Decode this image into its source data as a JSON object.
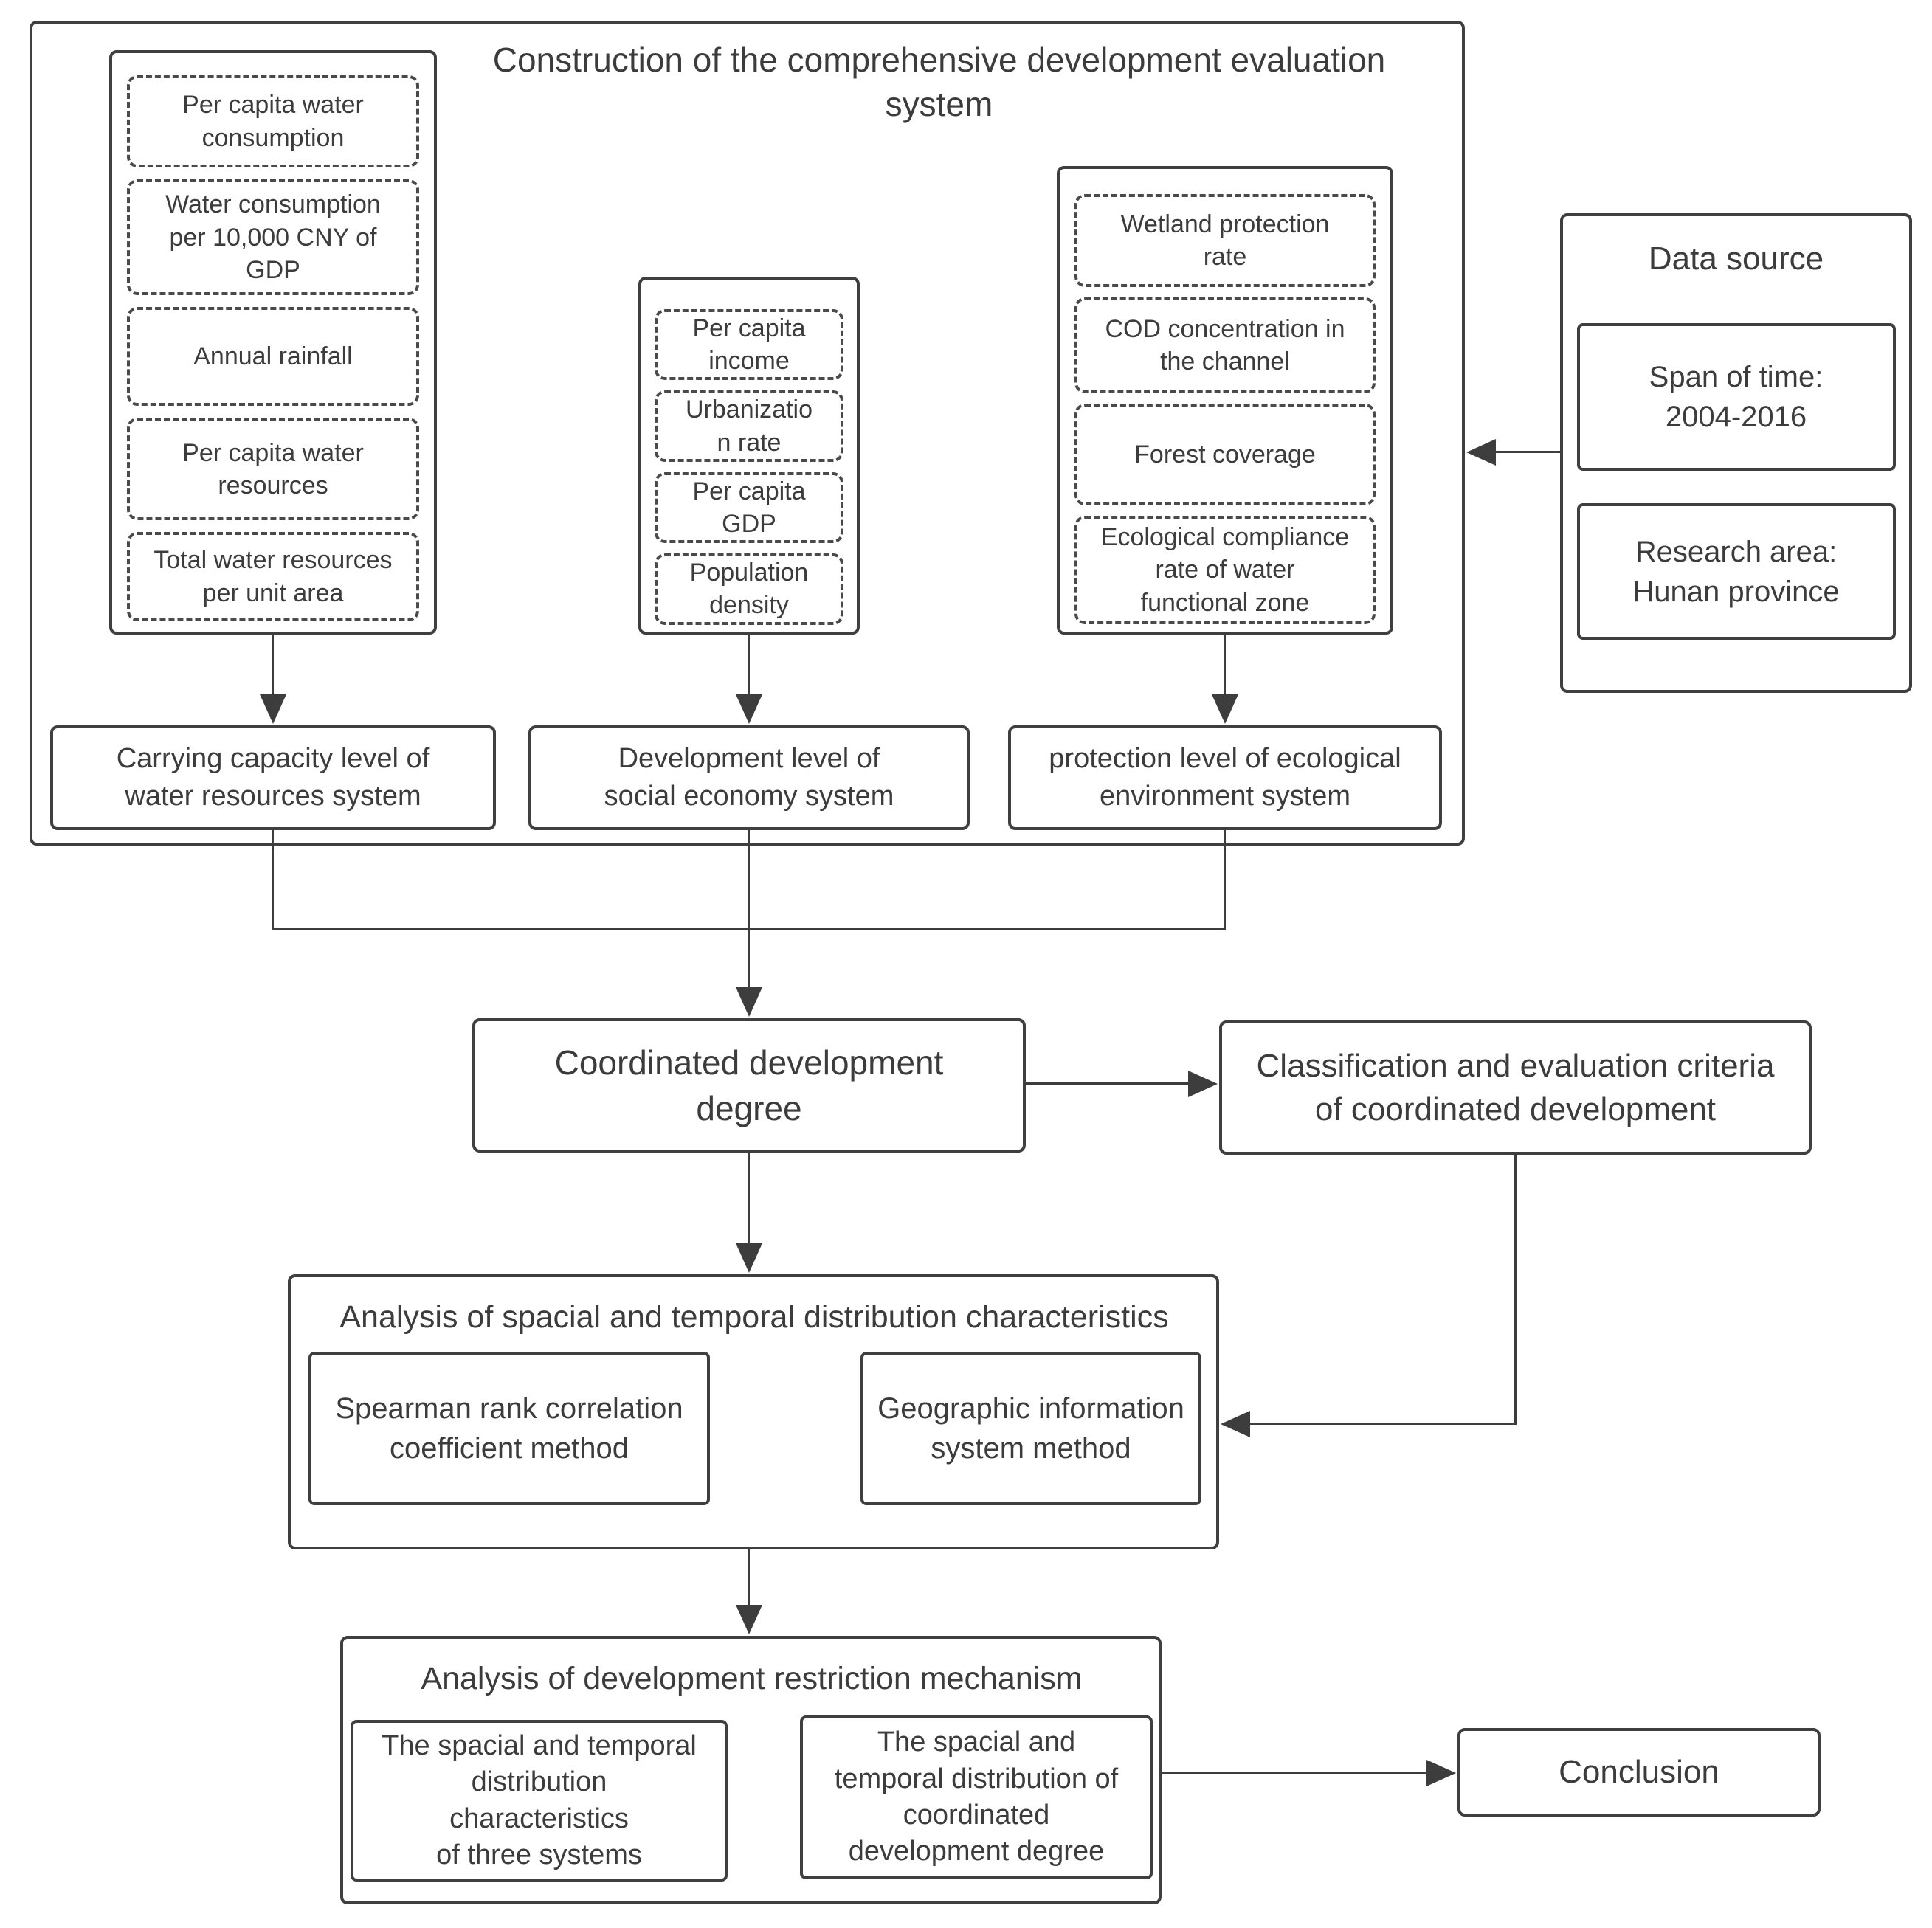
{
  "construction": {
    "title": "Construction of the comprehensive development evaluation\nsystem",
    "groups": [
      {
        "name": "water-resources",
        "indicators": [
          "Per capita water\nconsumption",
          "Water consumption\nper 10,000 CNY  of\nGDP",
          "Annual rainfall",
          "Per capita water\nresources",
          "Total water resources\nper unit area"
        ],
        "level_label": "Carrying capacity level of\nwater resources system"
      },
      {
        "name": "social-economy",
        "indicators": [
          "Per capita\nincome",
          "Urbanizatio\nn rate",
          "Per capita\nGDP",
          "Population\ndensity"
        ],
        "level_label": "Development level of\nsocial economy system"
      },
      {
        "name": "ecological-environment",
        "indicators": [
          "Wetland protection\nrate",
          "COD concentration in\nthe channel",
          "Forest coverage",
          "Ecological compliance\nrate of water\nfunctional zone"
        ],
        "level_label": "protection level of ecological\nenvironment system"
      }
    ]
  },
  "data_source": {
    "title": "Data source",
    "items": [
      "Span of time:\n2004-2016",
      "Research area:\nHunan province"
    ]
  },
  "flow": {
    "coordinated_degree": "Coordinated development\ndegree",
    "classification": "Classification and evaluation criteria\nof coordinated development",
    "distribution_analysis": {
      "title": "Analysis of spacial and temporal distribution characteristics",
      "methods": [
        "Spearman rank correlation\ncoefficient method",
        "Geographic information\nsystem method"
      ]
    },
    "restriction_analysis": {
      "title": "Analysis of development restriction mechanism",
      "items": [
        "The spacial and temporal\ndistribution\ncharacteristics\nof three systems",
        "The spacial and\ntemporal distribution of\ncoordinated\ndevelopment degree"
      ]
    },
    "conclusion": "Conclusion"
  }
}
